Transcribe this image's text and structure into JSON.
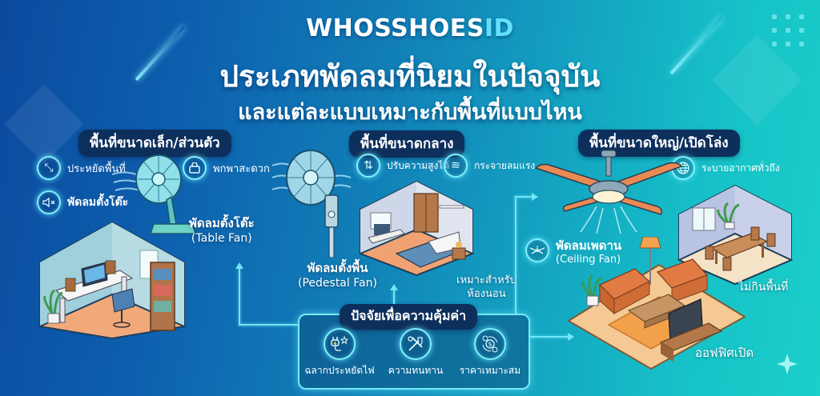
{
  "header": {
    "brand_main": "WHOSSHOES",
    "brand_accent": "ID",
    "title_line1": "ประเภทพัดลมที่นิยมในปัจจุบัน",
    "title_line2": "และแต่ละแบบเหมาะกับพื้นที่แบบไหน"
  },
  "sections": {
    "small": {
      "heading": "พื้นที่ขนาดเล็ก/ส่วนตัว",
      "features": [
        {
          "icon": "expand-arrows-icon",
          "glyph": "⤡",
          "text": "ประหยัดพื้นที่"
        },
        {
          "icon": "bag-icon",
          "glyph": "👜",
          "text": "พกพาสะดวก"
        },
        {
          "icon": "speaker-mute-icon",
          "glyph": "🔇",
          "text": "พัดลมตั้งโต๊ะ"
        }
      ],
      "fan_label_th": "พัดลมตั้งโต๊ะ",
      "fan_label_en": "(Table Fan)"
    },
    "medium": {
      "heading": "พื้นที่ขนาดกลาง",
      "features": [
        {
          "icon": "height-adjust-icon",
          "glyph": "⇅",
          "text": "ปรับความสูงได้"
        },
        {
          "icon": "wind-icon",
          "glyph": "≋",
          "text": "กระจายลมแรง"
        }
      ],
      "fan_label_th": "พัดลมตั้งพื้น",
      "fan_label_en": "(Pedestal Fan)",
      "note_line1": "เหมาะสำหรับ",
      "note_line2": "ห้องนอน"
    },
    "large": {
      "heading": "พื้นที่ขนาดใหญ่/เปิดโล่ง",
      "features": [
        {
          "icon": "globe-icon",
          "glyph": "🌐",
          "text": "ระบายอากาศทั่วถึง"
        }
      ],
      "fan_label_th": "พัดลมเพดาน",
      "fan_label_en": "(Ceiling Fan)",
      "note_dining": "ไม่กินพื้นที่",
      "note_office": "ออฟฟิศเปิด"
    }
  },
  "value_factors": {
    "heading": "ปัจจัยเพื่อความคุ้มค่า",
    "items": [
      {
        "icon": "energy-plug-star-icon",
        "glyph": "🔌",
        "text": "ฉลากประหยัดไฟ"
      },
      {
        "icon": "tools-shield-icon",
        "glyph": "🛠",
        "text": "ความทนทาน"
      },
      {
        "icon": "money-cycle-icon",
        "glyph": "$",
        "text": "ราคาเหมาะสม"
      }
    ]
  },
  "colors": {
    "bg_left": "#0b4a9e",
    "bg_right": "#1ccfca",
    "pill_bg": "#0d2f5c",
    "glow": "#7ef0ff",
    "brand_accent": "#63e0ff",
    "fan_blade": "#e98a55"
  }
}
